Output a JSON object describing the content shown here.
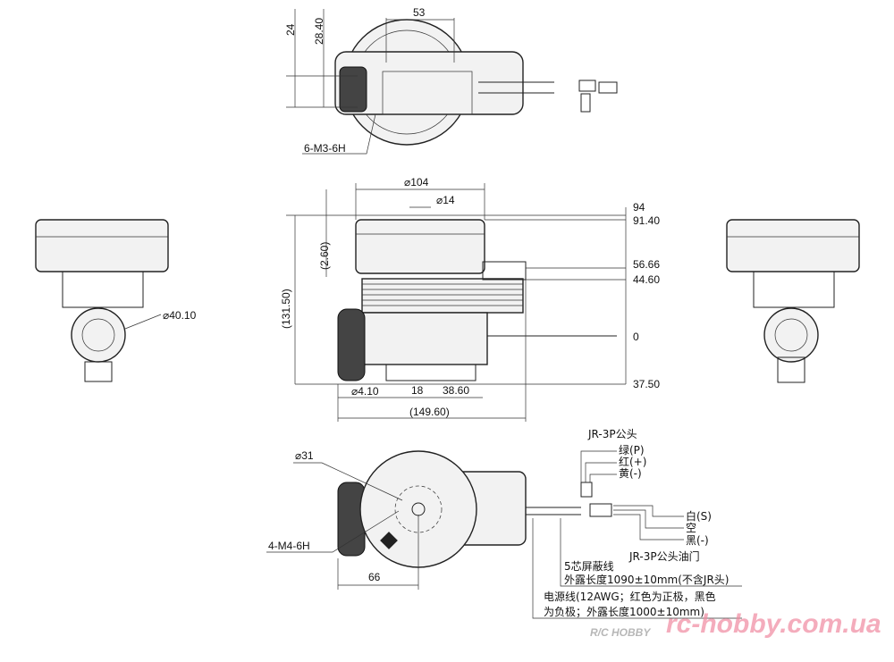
{
  "top_view": {
    "dim_width": "53",
    "dim_24": "24",
    "dim_28_40": "28.40",
    "thread_label": "6-M3-6H"
  },
  "front_view": {
    "dia_104": "⌀104",
    "dia_14": "⌀14",
    "h_94": "94",
    "h_91_40": "91.40",
    "h_2_60": "(2.60)",
    "h_131_50": "(131.50)",
    "h_56_66": "56.66",
    "h_44_60": "44.60",
    "h_0": "0",
    "h_37_50": "37.50",
    "dia_4_10": "⌀4.10",
    "w_18": "18",
    "w_38_60": "38.60",
    "w_149_60": "(149.60)"
  },
  "side_view": {
    "dia_40_10": "⌀40.10"
  },
  "bottom_view": {
    "dia_31": "⌀31",
    "thread_label": "4-M4-6H",
    "dim_66": "66",
    "jr_male": "JR-3P公头",
    "green": "绿(P)",
    "red": "红(+)",
    "yellow": "黄(-)",
    "white": "白(S)",
    "empty": "空",
    "black": "黑(-)",
    "jr_throttle": "JR-3P公头油门",
    "signal_cable_1": "5芯屏蔽线",
    "signal_cable_2": "外露长度1090±10mm(不含JR头)",
    "power_cable_1": "电源线(12AWG；红色为正极，黑色",
    "power_cable_2": "为负极；外露长度1000±10mm)"
  },
  "watermark": {
    "logo": "R/C HOBBY",
    "site": "rc-hobby.com.ua"
  }
}
